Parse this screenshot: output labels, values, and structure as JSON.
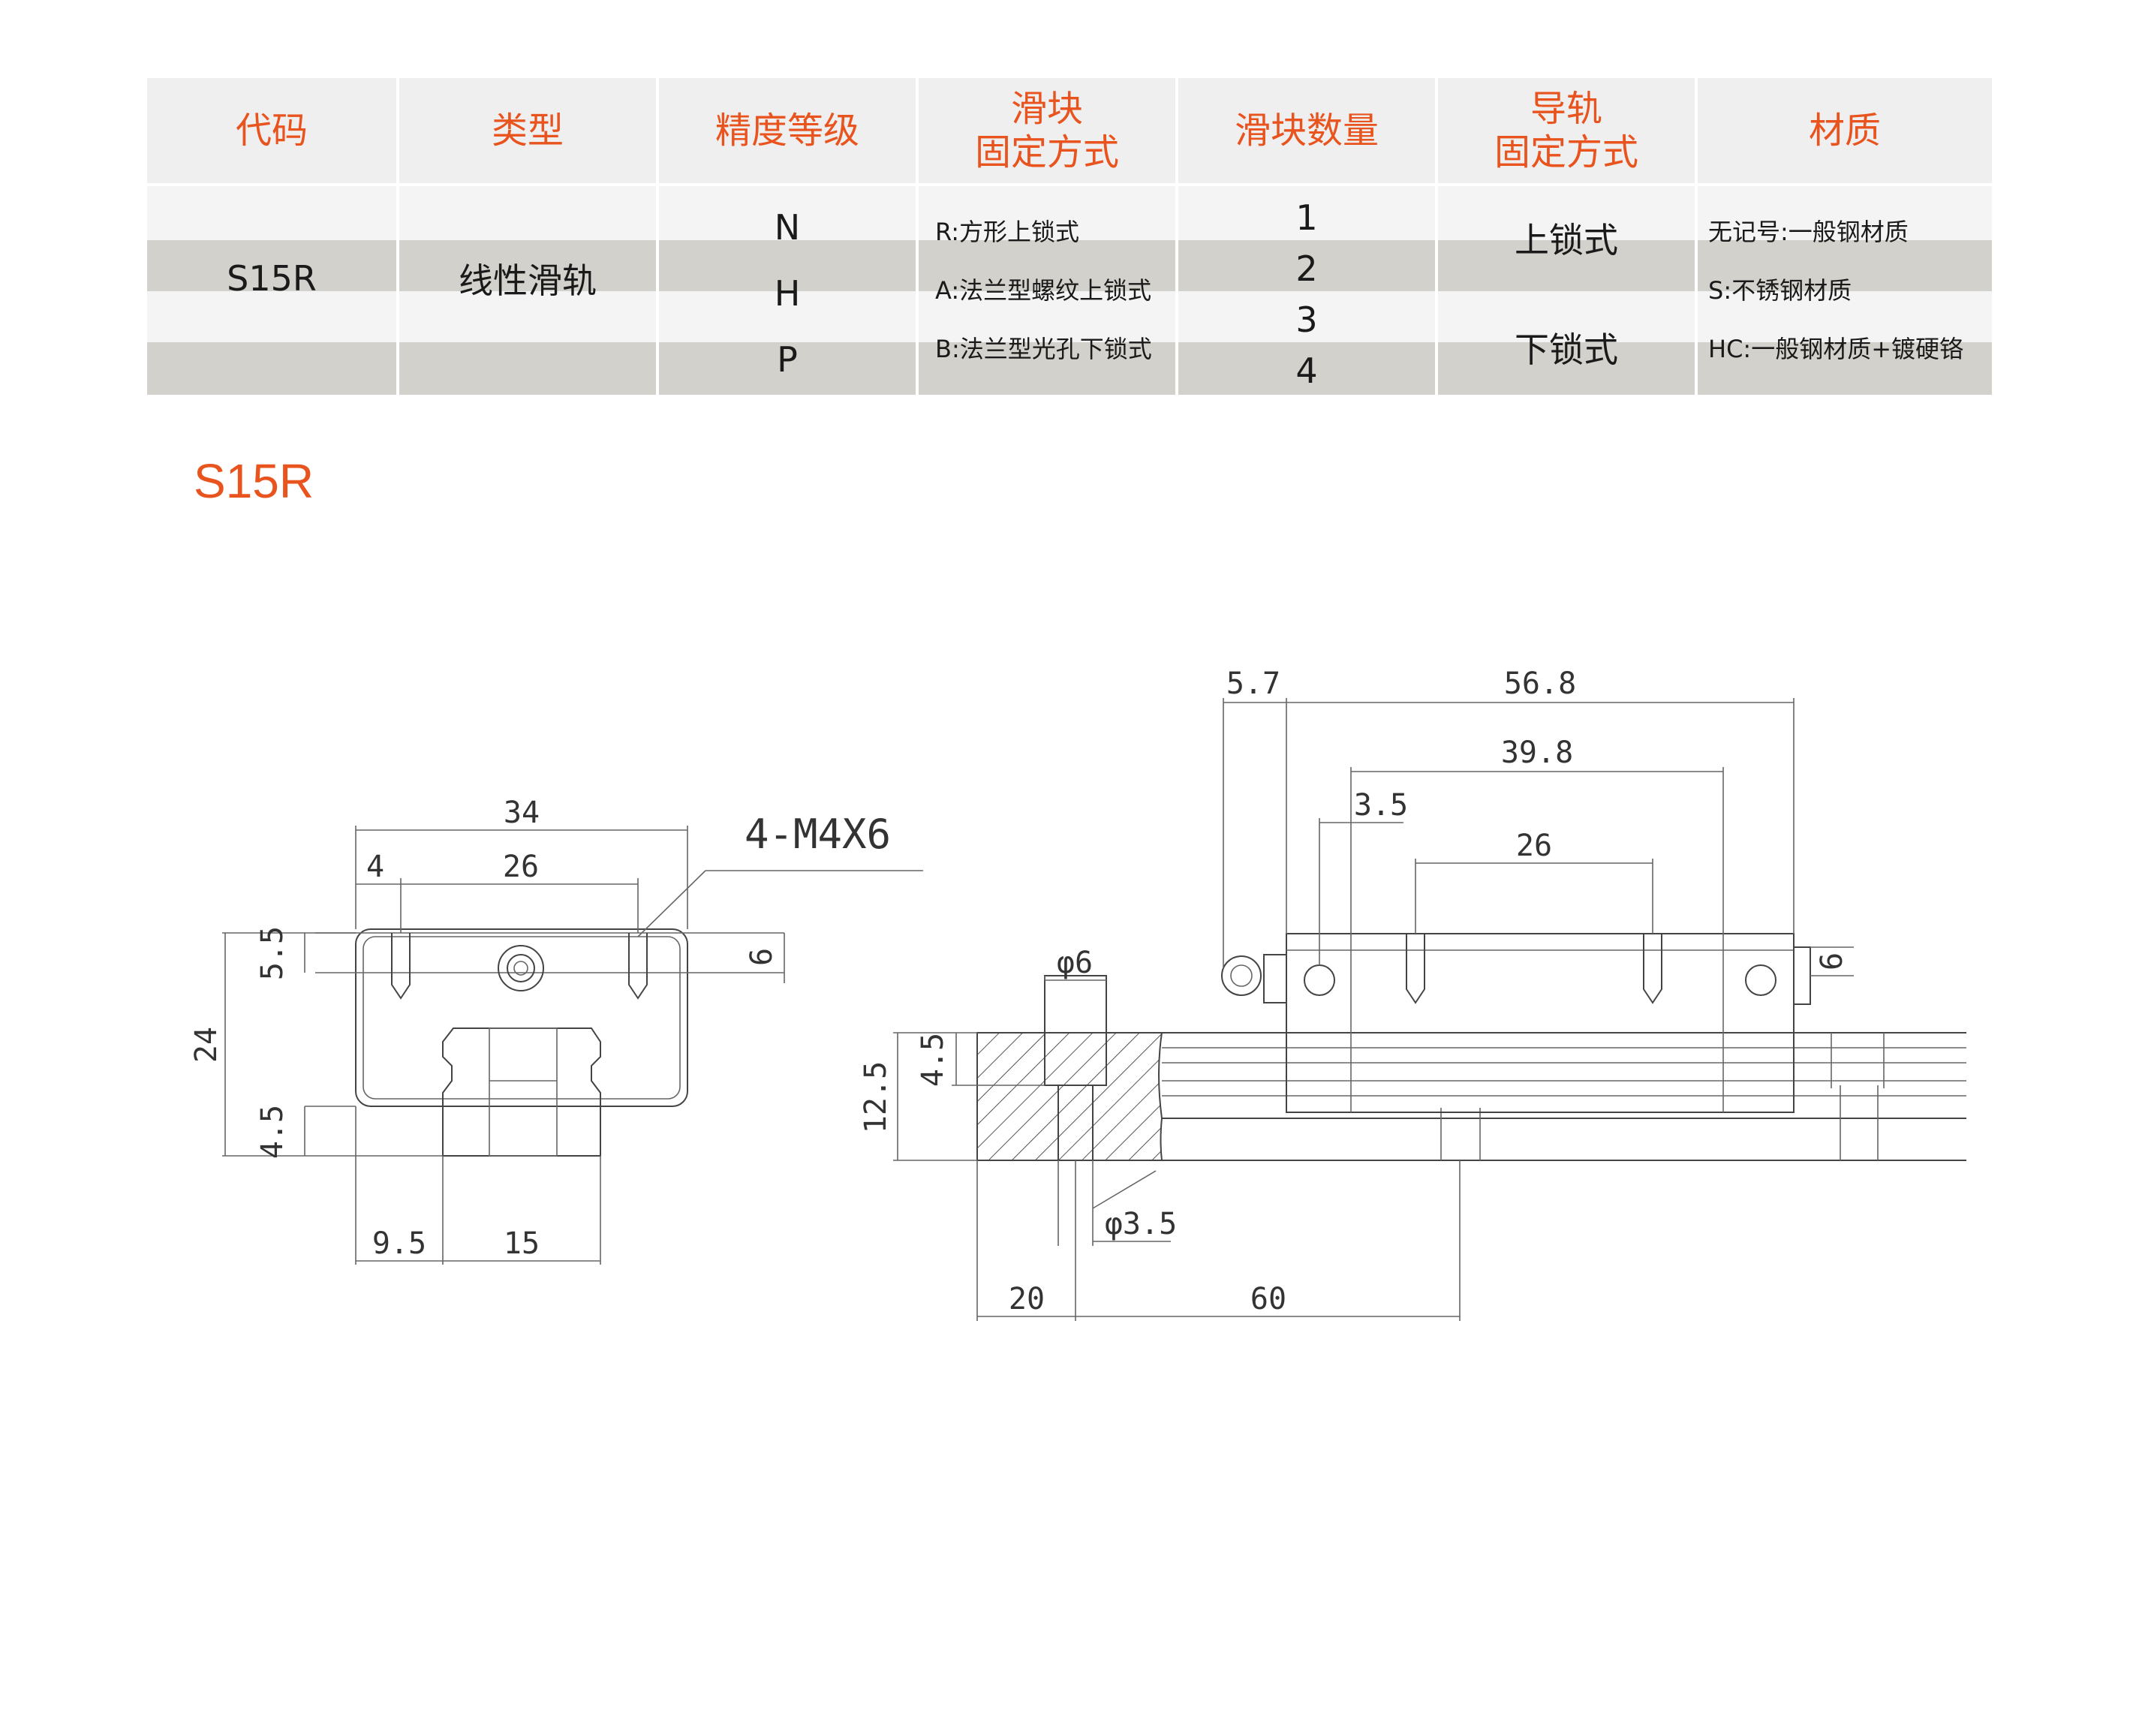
{
  "table": {
    "headers": [
      "代码",
      "类型",
      "精度等级",
      "滑块\n固定方式",
      "滑块数量",
      "导轨\n固定方式",
      "材质"
    ],
    "code": "S15R",
    "type": "线性滑轨",
    "precision": [
      "N",
      "H",
      "P"
    ],
    "block_fixing": [
      "R:方形上锁式",
      "A:法兰型螺纹上锁式",
      "B:法兰型光孔下锁式"
    ],
    "block_count": [
      "1",
      "2",
      "3",
      "4"
    ],
    "rail_fixing": [
      "上锁式",
      "下锁式"
    ],
    "material": [
      "无记号:一般钢材质",
      "S:不锈钢材质",
      "HC:一般钢材质+镀硬铬"
    ]
  },
  "section_title": "S15R",
  "colors": {
    "accent": "#e8531e",
    "band_gray": "#d3d1cb",
    "header_bg": "#efefef"
  },
  "drawing": {
    "front_view": {
      "overall_width": "34",
      "hole_pitch": "26",
      "hole_offset": "4",
      "thread_callout": "4-M4X6",
      "top_gap": "5.5",
      "height": "24",
      "rail_clearance": "4.5",
      "rail_offset": "9.5",
      "rail_width": "15",
      "side_height": "6"
    },
    "side_view": {
      "overall_length": "56.8",
      "end_seal": "5.7",
      "body_length": "39.8",
      "hole_offset": "3.5",
      "hole_pitch": "26",
      "side_height": "6",
      "counterbore_dia": "φ6",
      "through_hole_dia": "φ3.5",
      "rail_height": "12.5",
      "counterbore_depth": "4.5",
      "hole_edge_distance": "20",
      "hole_pitch_rail": "60"
    }
  }
}
